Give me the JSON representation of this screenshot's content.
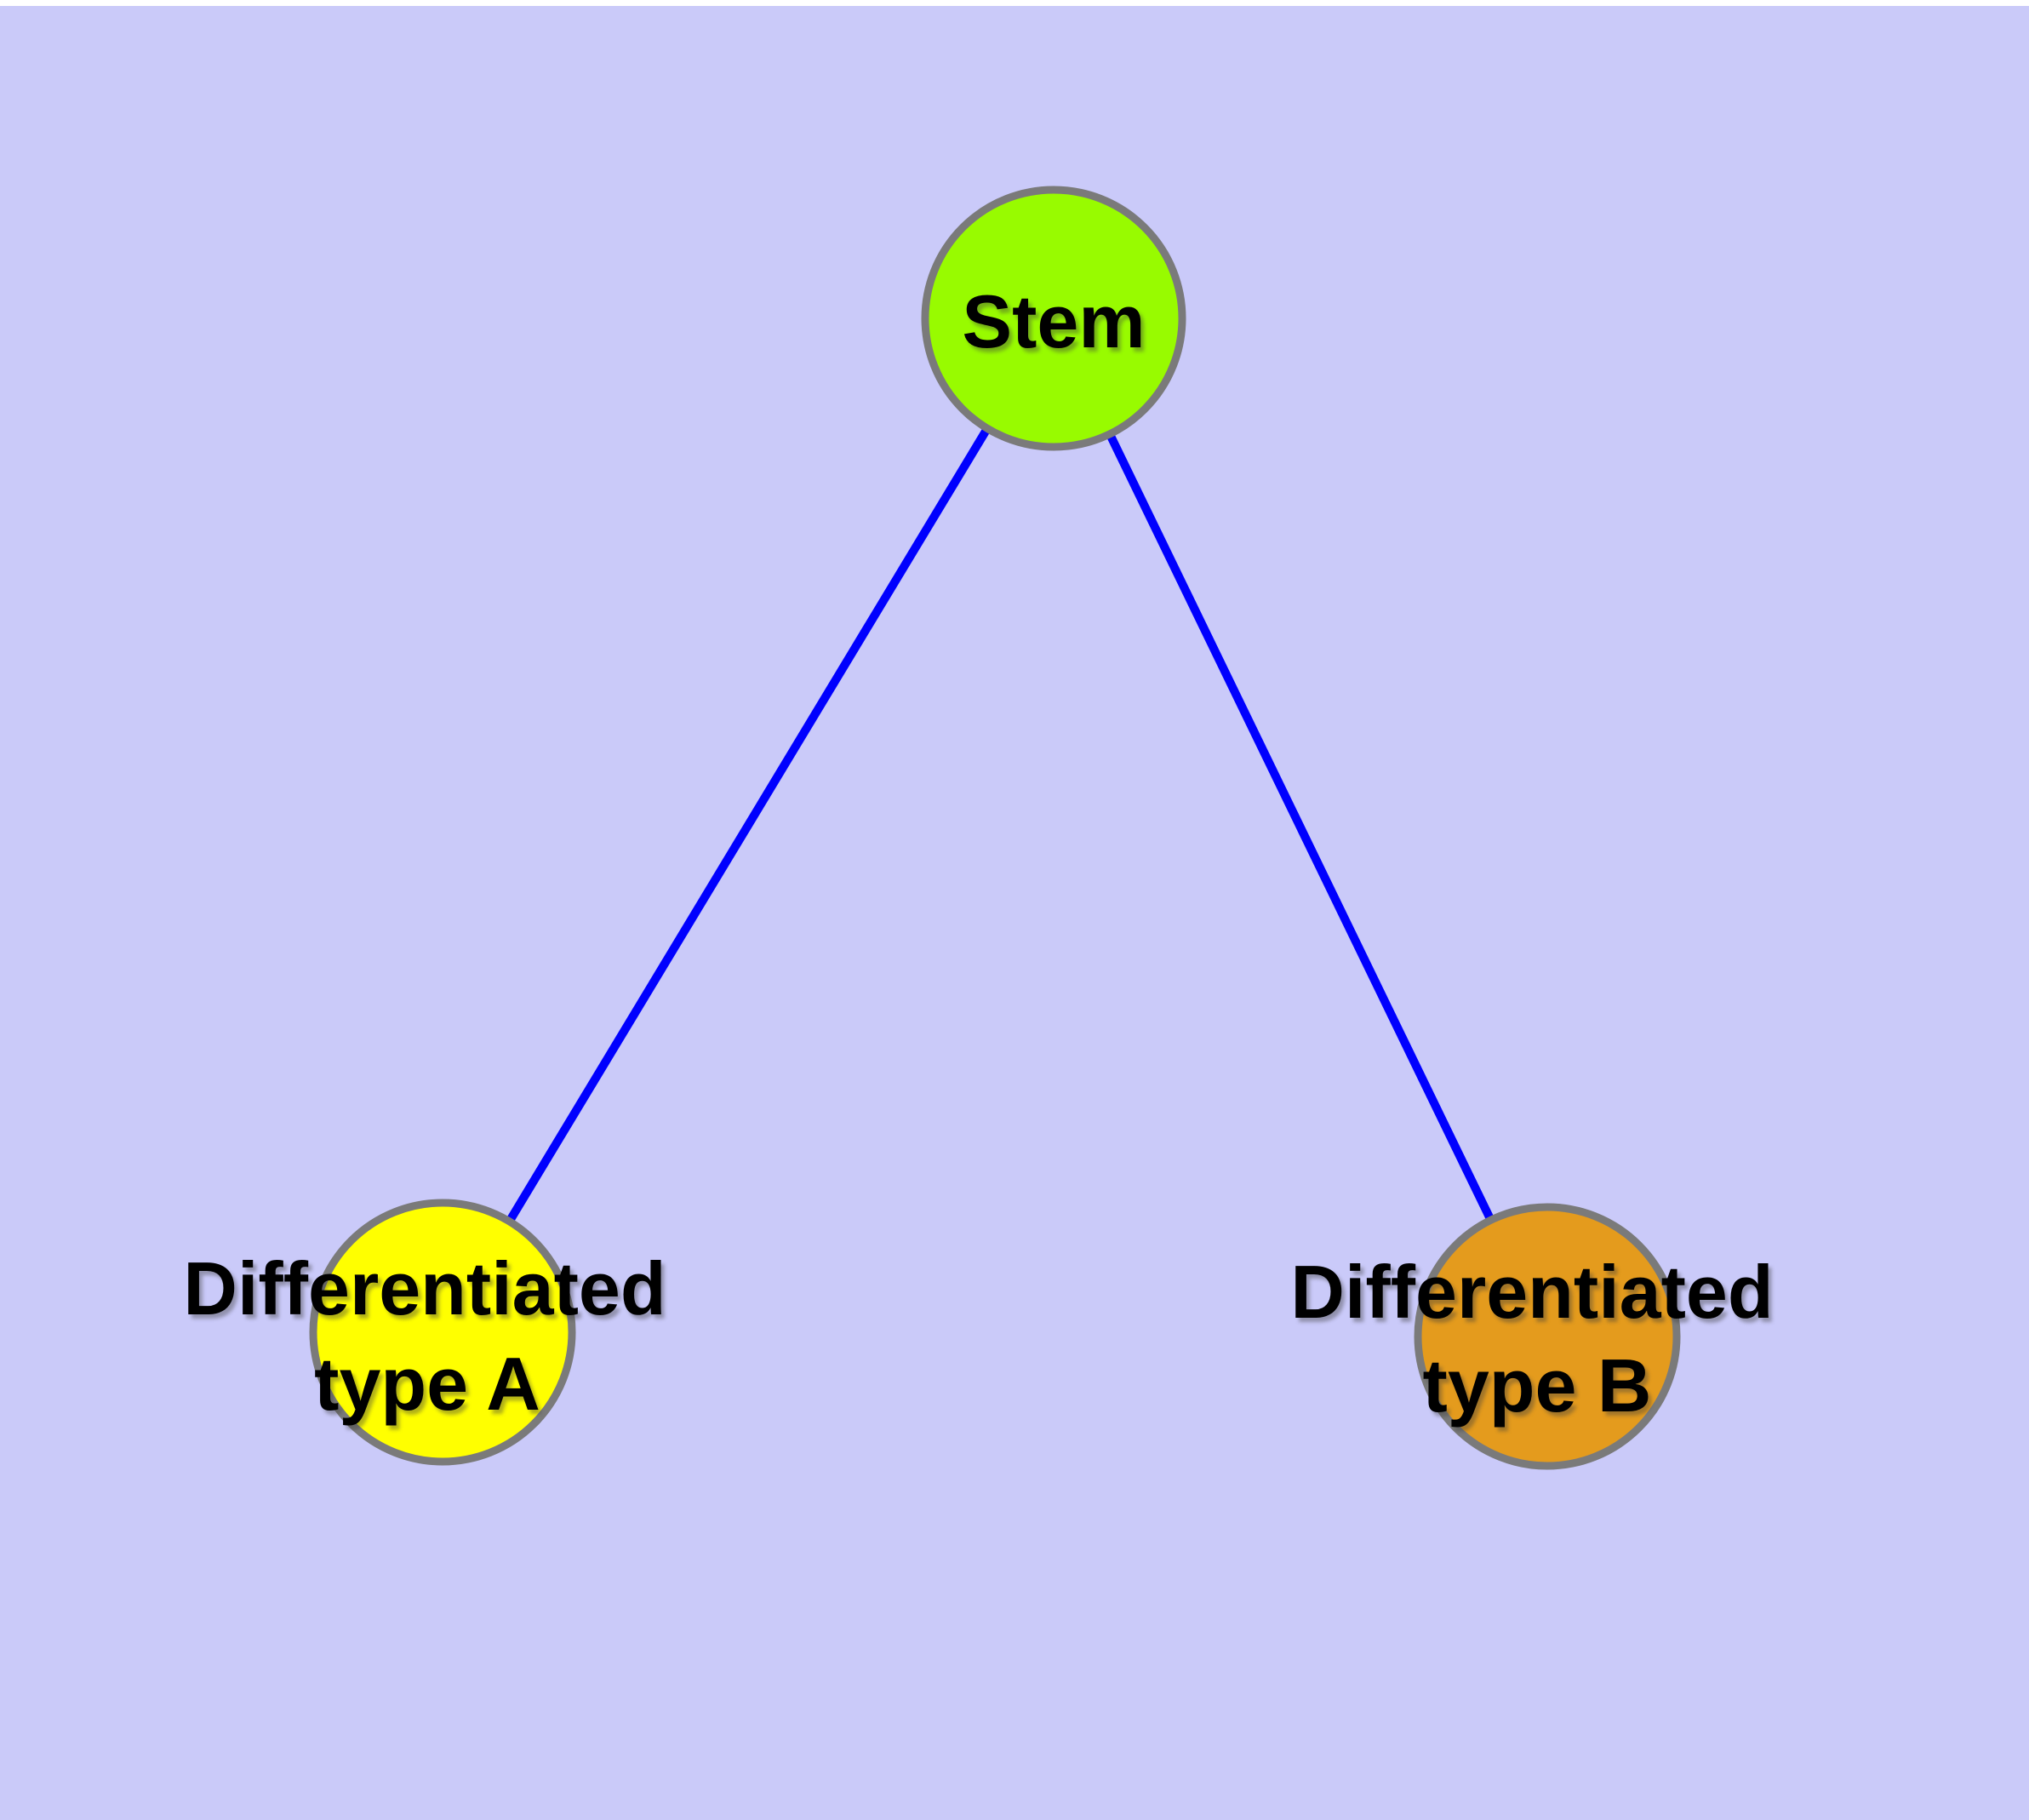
{
  "diagram": {
    "background_color": "#CACAF9",
    "top_border_color": "#FFFFFF",
    "edge_color": "#0000FE",
    "node_border_color": "#7A7A7A",
    "text_color": "#000000",
    "nodes": {
      "stem": {
        "label": "Stem",
        "fill": "#98FB00"
      },
      "type_a": {
        "label_line1": "Differentiated",
        "label_line2": "type A",
        "fill": "#FFFF00"
      },
      "type_b": {
        "label_line1": "Differentiated",
        "label_line2": "type B",
        "fill": "#E49B1D"
      }
    },
    "edges": [
      {
        "from": "Stem",
        "to": "Differentiated type A"
      },
      {
        "from": "Stem",
        "to": "Differentiated type B"
      }
    ]
  }
}
